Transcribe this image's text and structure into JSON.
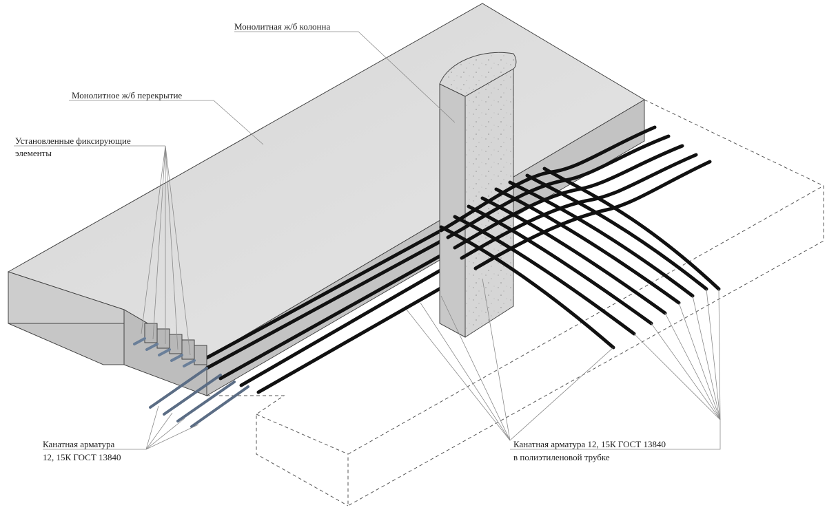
{
  "labels": {
    "column": "Монолитная ж/б колонна",
    "slab": "Монолитное ж/б перекрытие",
    "anchors_line1": "Установленные фиксирующие",
    "anchors_line2": "элементы",
    "strand_left_line1": "Канатная арматура",
    "strand_left_line2": "12, 15К ГОСТ 13840",
    "strand_right_line1": "Канатная арматура 12, 15К ГОСТ 13840",
    "strand_right_line2": "в полиэтиленовой трубке"
  },
  "colors": {
    "slab_top": "#dcdcdc",
    "slab_side": "#c4c4c4",
    "column_front": "#d2d2d2",
    "strand": "#111111",
    "anchor_bar": "#6a7f99",
    "leader": "#8a8a8a"
  }
}
